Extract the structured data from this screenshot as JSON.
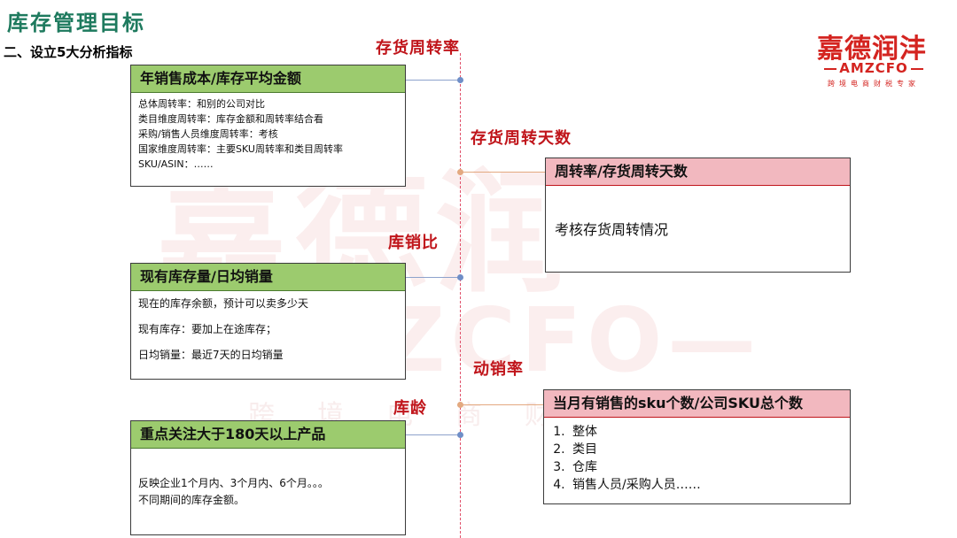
{
  "header": {
    "title": "库存管理目标",
    "subtitle": "二、设立5大分析指标"
  },
  "logo": {
    "main": "嘉德润沣",
    "sub": "AMZCFO",
    "tagline": "跨境电商财税专家"
  },
  "watermark": {
    "line1": "嘉德润",
    "line2": "ZCFO—",
    "line3": "跨境电商财"
  },
  "metrics": {
    "turnover_rate": "存货周转率",
    "turnover_days": "存货周转天数",
    "stock_sales_ratio": "库销比",
    "sell_through_rate": "动销率",
    "inventory_age": "库龄"
  },
  "boxes": {
    "turnover_rate": {
      "header": "年销售成本/库存平均金额",
      "lines": [
        "总体周转率：和别的公司对比",
        "类目维度周转率：库存金额和周转率结合看",
        "采购/销售人员维度周转率：考核",
        "国家维度周转率：主要SKU周转率和类目周转率",
        "SKU/ASIN：……"
      ]
    },
    "turnover_days": {
      "header": "周转率/存货周转天数",
      "body": "考核存货周转情况"
    },
    "stock_sales_ratio": {
      "header": "现有库存量/日均销量",
      "lines": [
        "现在的库存余额，预计可以卖多少天",
        "现有库存：要加上在途库存；",
        "日均销量：最近7天的日均销量"
      ]
    },
    "sell_through_rate": {
      "header": "当月有销售的sku个数/公司SKU总个数",
      "items": [
        "整体",
        "类目",
        "仓库",
        "销售人员/采购人员……"
      ]
    },
    "inventory_age": {
      "header": "重点关注大于180天以上产品",
      "lines": [
        "反映企业1个月内、3个月内、6个月。。。",
        "不同期间的库存金额。"
      ]
    }
  },
  "colors": {
    "title_green": "#1e7a5e",
    "metric_red": "#c0151b",
    "header_green": "#9ccb6e",
    "header_pink": "#f2b8bf",
    "logo_red": "#d42420"
  }
}
